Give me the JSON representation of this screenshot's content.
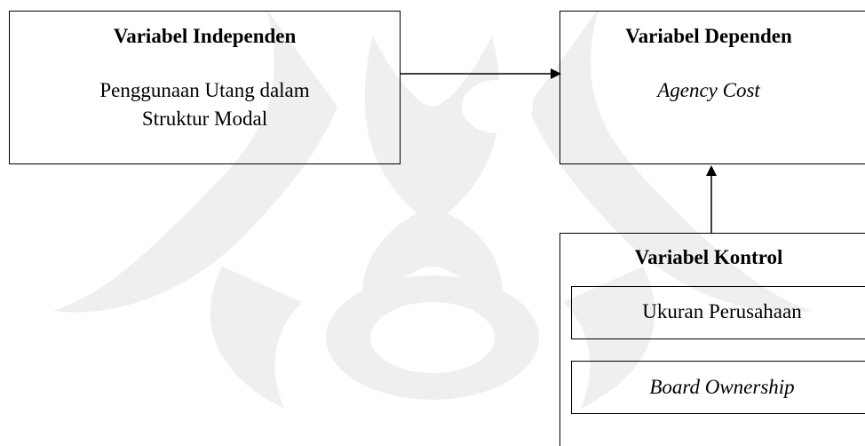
{
  "independent": {
    "title": "Variabel Independen",
    "line1": "Penggunaan Utang dalam",
    "line2": "Struktur Modal"
  },
  "dependent": {
    "title": "Variabel Dependen",
    "value": "Agency Cost"
  },
  "control": {
    "title": "Variabel Kontrol",
    "items": [
      "Ukuran Perusahaan",
      "Board Ownership"
    ]
  },
  "colors": {
    "line": "#000000",
    "watermark": "#eeeeee"
  }
}
